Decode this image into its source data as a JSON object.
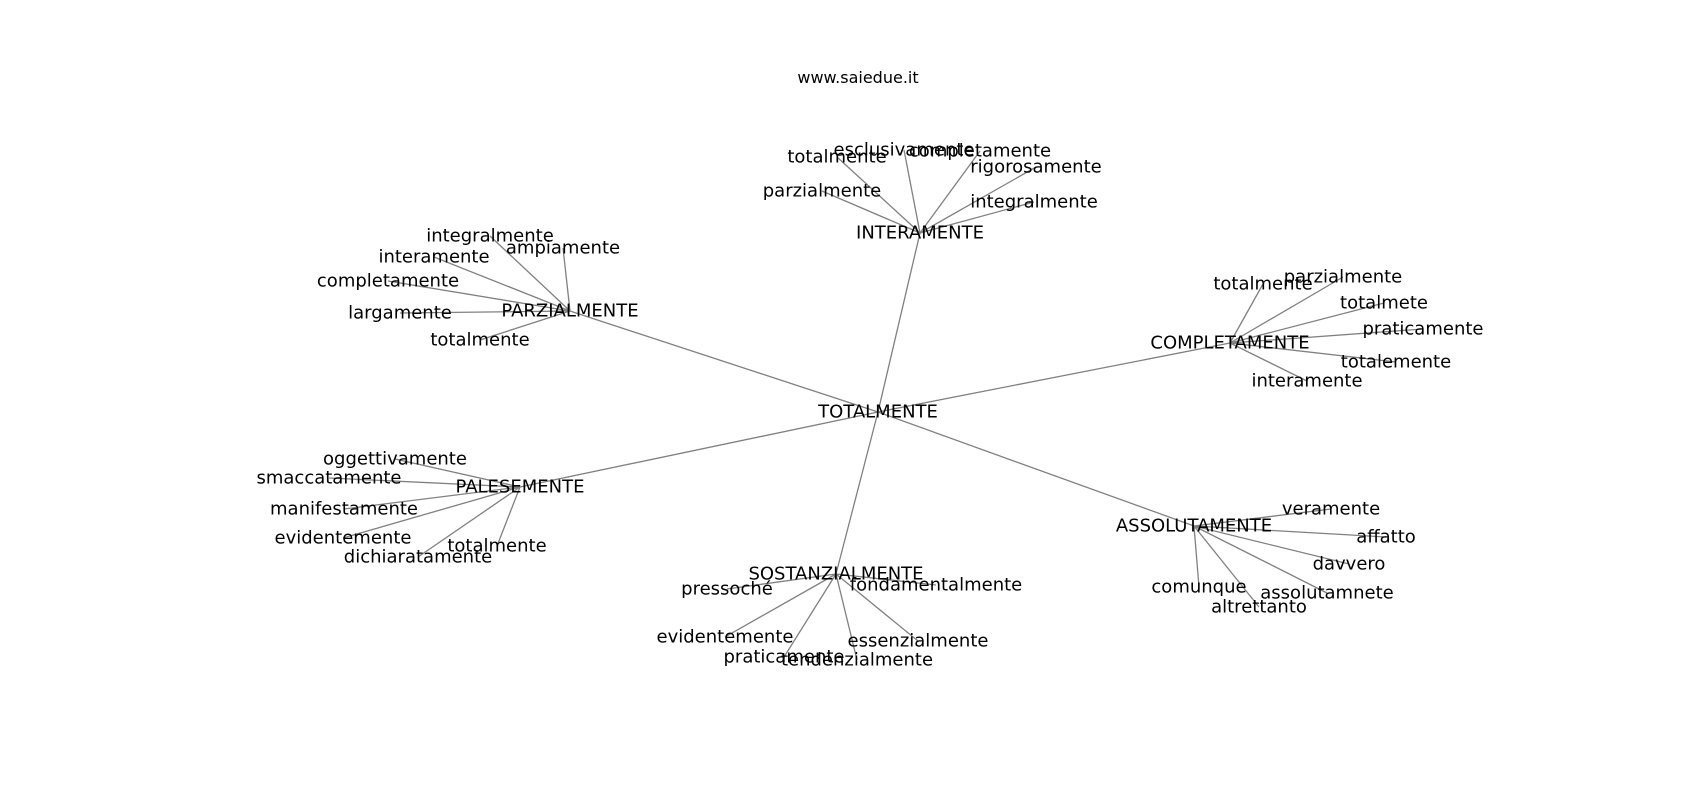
{
  "header": {
    "site": "www.saiedue.it"
  },
  "graph": {
    "root": "TOTALMENTE",
    "clusters": [
      {
        "id": "parzialmente",
        "label": "PARZIALMENTE",
        "leaves": [
          "integralmente",
          "ampiamente",
          "interamente",
          "completamente",
          "largamente",
          "totalmente"
        ]
      },
      {
        "id": "interamente",
        "label": "INTERAMENTE",
        "leaves": [
          "totalmente",
          "esclusivamente",
          "completamente",
          "rigorosamente",
          "parzialmente",
          "integralmente"
        ]
      },
      {
        "id": "completamente",
        "label": "COMPLETAMENTE",
        "leaves": [
          "totalmente",
          "parzialmente",
          "totalmete",
          "praticamente",
          "totalemente",
          "interamente"
        ]
      },
      {
        "id": "palesemente",
        "label": "PALESEMENTE",
        "leaves": [
          "oggettivamente",
          "smaccatamente",
          "manifestamente",
          "evidentemente",
          "dichiaratamente",
          "totalmente"
        ]
      },
      {
        "id": "sostanzialmente",
        "label": "SOSTANZIALMENTE",
        "leaves": [
          "pressoché",
          "fondamentalmente",
          "evidentemente",
          "essenzialmente",
          "praticamente",
          "tendenzialmente"
        ]
      },
      {
        "id": "assolutamente",
        "label": "ASSOLUTAMENTE",
        "leaves": [
          "veramente",
          "affatto",
          "davvero",
          "comunque",
          "assolutamnete",
          "altrettanto"
        ]
      }
    ]
  }
}
